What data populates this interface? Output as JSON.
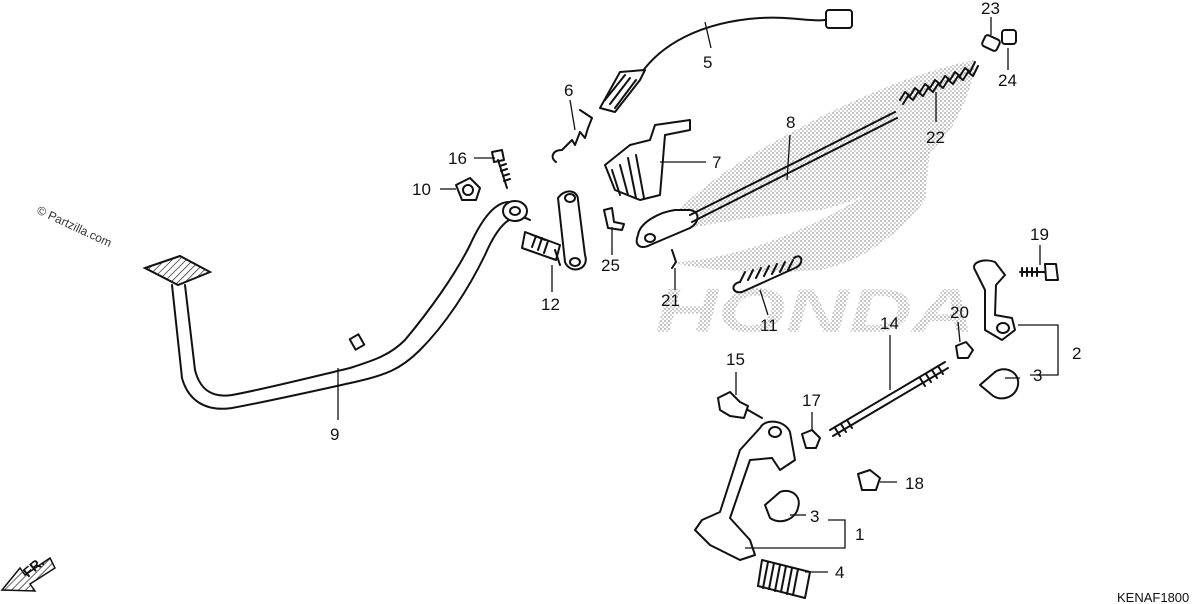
{
  "watermark": "© Partzilla.com",
  "direction_label": "FR.",
  "diagram_code": "KENAF1800",
  "brand_watermark": "HONDA",
  "callouts": [
    "1",
    "2",
    "3",
    "3",
    "4",
    "5",
    "6",
    "7",
    "8",
    "9",
    "10",
    "11",
    "12",
    "14",
    "15",
    "16",
    "17",
    "18",
    "19",
    "20",
    "21",
    "22",
    "23",
    "24",
    "25"
  ]
}
